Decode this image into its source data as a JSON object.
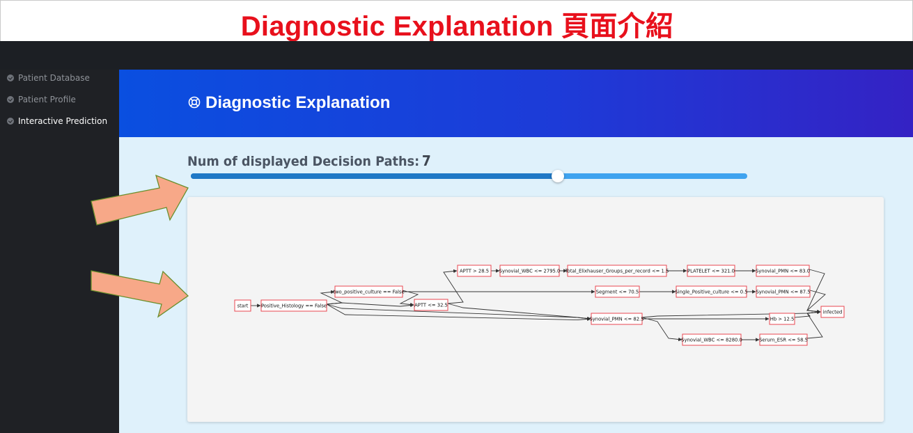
{
  "banner": {
    "title": "Diagnostic Explanation 頁面介紹"
  },
  "sidebar": {
    "items": [
      {
        "label": "Patient Database",
        "active": false
      },
      {
        "label": "Patient Profile",
        "active": false
      },
      {
        "label": "Interactive Prediction",
        "active": true
      }
    ]
  },
  "header": {
    "title": "Diagnostic Explanation",
    "icon": "lifebuoy-icon"
  },
  "slider": {
    "label": "Num of displayed Decision Paths:",
    "value": "7",
    "fraction": 0.66
  },
  "decision_graph": {
    "nodes": [
      {
        "id": "start",
        "label": "start"
      },
      {
        "id": "pos_hist",
        "label": "Positive_Histology == False"
      },
      {
        "id": "two_pos",
        "label": "two_positive_culture == False"
      },
      {
        "id": "aptt_le",
        "label": "APTT <= 32.5"
      },
      {
        "id": "aptt_gt",
        "label": "APTT > 28.5"
      },
      {
        "id": "syn_wbc_le2795",
        "label": "Synovial_WBC <= 2795.0"
      },
      {
        "id": "elix",
        "label": "Total_Elixhauser_Groups_per_record <= 1.5"
      },
      {
        "id": "plt",
        "label": "PLATELET <= 321.0"
      },
      {
        "id": "pmn83",
        "label": "Synovial_PMN <= 83.0"
      },
      {
        "id": "seg",
        "label": "Segment <= 70.5"
      },
      {
        "id": "single_pos",
        "label": "Single_Positive_culture <= 0.5"
      },
      {
        "id": "pmn87",
        "label": "Synovial_PMN <= 87.5"
      },
      {
        "id": "pmn82",
        "label": "Synovial_PMN <= 82.5"
      },
      {
        "id": "hb",
        "label": "Hb > 12.5"
      },
      {
        "id": "wbc8280",
        "label": "Synovial_WBC <= 8280.0"
      },
      {
        "id": "esr",
        "label": "Serum_ESR <= 58.5"
      },
      {
        "id": "infected",
        "label": "infected"
      }
    ],
    "edges": [
      [
        "start",
        "pos_hist"
      ],
      [
        "pos_hist",
        "two_pos"
      ],
      [
        "pos_hist",
        "aptt_le"
      ],
      [
        "pos_hist",
        "pmn82"
      ],
      [
        "pos_hist",
        "pmn82"
      ],
      [
        "two_pos",
        "aptt_le"
      ],
      [
        "two_pos",
        "seg"
      ],
      [
        "aptt_le",
        "aptt_gt"
      ],
      [
        "aptt_le",
        "pmn82"
      ],
      [
        "aptt_gt",
        "syn_wbc_le2795"
      ],
      [
        "syn_wbc_le2795",
        "elix"
      ],
      [
        "elix",
        "plt"
      ],
      [
        "plt",
        "pmn83"
      ],
      [
        "seg",
        "single_pos"
      ],
      [
        "single_pos",
        "pmn87"
      ],
      [
        "pmn83",
        "infected"
      ],
      [
        "pmn87",
        "infected"
      ],
      [
        "pmn82",
        "infected"
      ],
      [
        "pmn82",
        "hb"
      ],
      [
        "pmn82",
        "wbc8280"
      ],
      [
        "hb",
        "infected"
      ],
      [
        "wbc8280",
        "esr"
      ],
      [
        "esr",
        "infected"
      ]
    ]
  },
  "colors": {
    "banner_text": "#e8101c",
    "node_border": "#e8464f",
    "header_gradient_start": "#0a4fe0",
    "header_gradient_end": "#3422c4",
    "annotation_arrow": "#f7a888"
  }
}
